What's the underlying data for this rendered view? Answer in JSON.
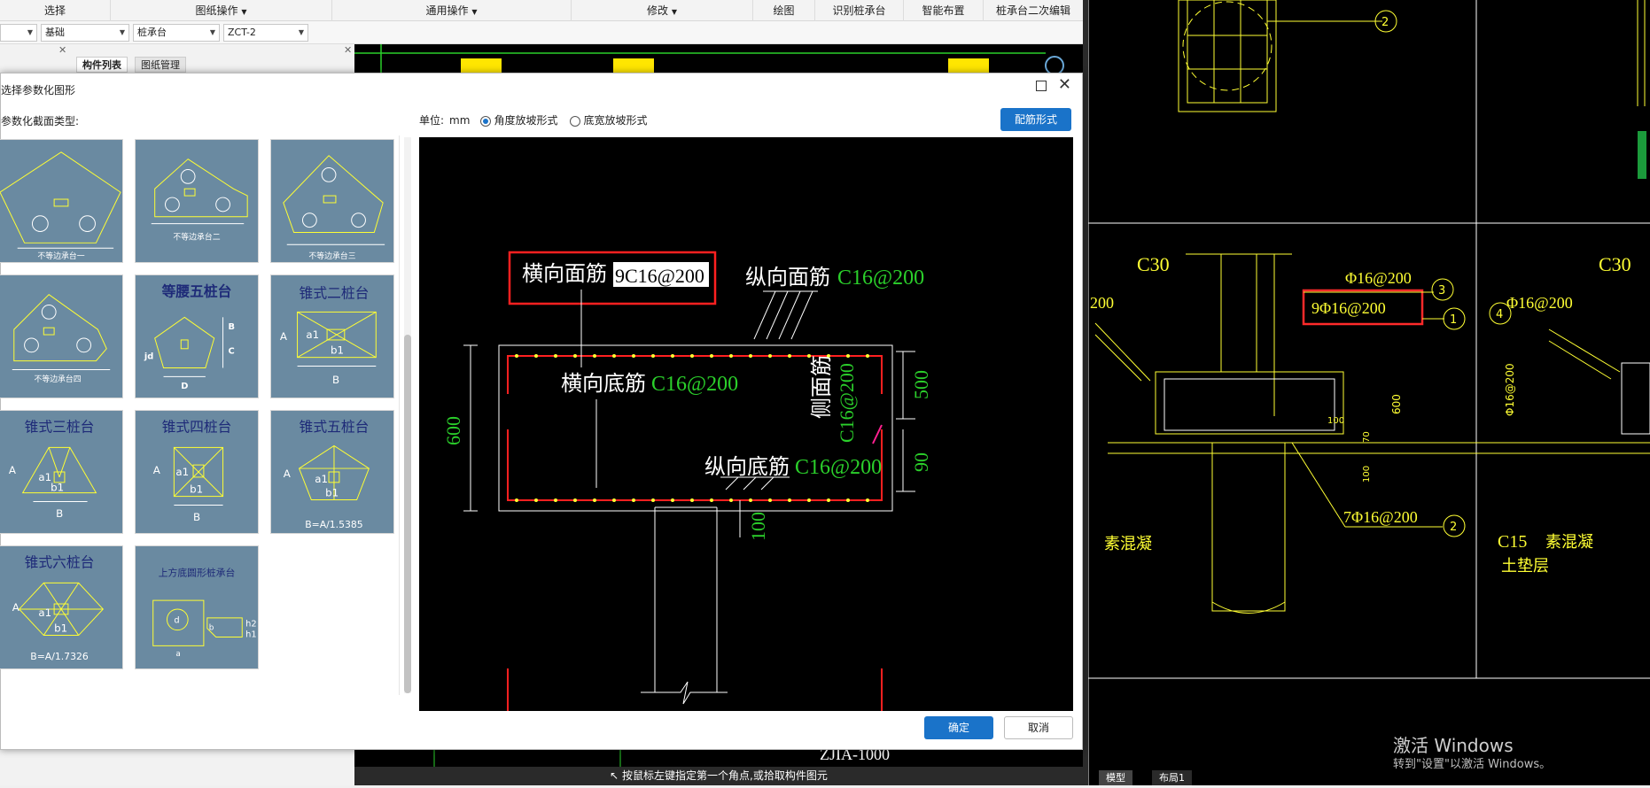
{
  "ribbon": {
    "items": [
      "选择",
      "图纸操作",
      "通用操作",
      "修改",
      "绘图",
      "识别桩承台",
      "智能布置",
      "桩承台二次编辑"
    ]
  },
  "selectors": {
    "s1": "基础",
    "s2": "桩承台",
    "s3": "ZCT-2"
  },
  "left_panel": {
    "tab_component_list": "构件列表",
    "tab_drawing_mgmt": "图纸管理"
  },
  "dialog": {
    "title": "选择参数化图形",
    "section_type_label": "参数化截面类型:",
    "unit_label": "单位:",
    "unit_value": "mm",
    "radio_angle": "角度放坡形式",
    "radio_width": "底宽放坡形式",
    "rebar_button": "配筋形式",
    "ok": "确定",
    "cancel": "取消"
  },
  "thumbnails": [
    {
      "caption": "不等边承台一"
    },
    {
      "caption": "不等边承台二"
    },
    {
      "caption": "不等边承台三"
    },
    {
      "caption": "不等边承台四"
    },
    {
      "caption": "等腰五桩台"
    },
    {
      "caption": "锥式二桩台"
    },
    {
      "caption": "锥式三桩台"
    },
    {
      "caption": "锥式四桩台"
    },
    {
      "caption": "锥式五桩台",
      "note": "B=A/1.5385"
    },
    {
      "caption": "锥式六桩台",
      "note": "B=A/1.7326"
    },
    {
      "caption": "上方底圆形桩承台"
    }
  ],
  "preview": {
    "top_trans_label": "横向面筋",
    "top_trans_value": "9C16@200",
    "top_long_label": "纵向面筋",
    "top_long_value": "C16@200",
    "bot_trans_label": "横向底筋",
    "bot_trans_value": "C16@200",
    "bot_long_label": "纵向底筋",
    "bot_long_value": "C16@200",
    "side_label": "侧面筋",
    "side_value": "C16@200",
    "dim_600": "600",
    "dim_500": "500",
    "dim_90": "90",
    "dim_100": "100"
  },
  "right_cad": {
    "c30_left": "C30",
    "c30_right": "C30",
    "v200": "200",
    "rebar1": "Φ16@200",
    "rebar2": "9Φ16@200",
    "rebar3": "Φ16@200",
    "rebar4": "7Φ16@200",
    "dim_600": "600",
    "dim_100": "100",
    "dim_70": "70",
    "dim_100b": "100",
    "vert_rebar": "Φ16@200",
    "c15": "C15",
    "plain_concrete_1": "素混凝",
    "plain_concrete_2": "素混凝",
    "cushion": "土垫层",
    "n1": "1",
    "n2": "2",
    "n3": "3",
    "n4": "4",
    "n2b": "2",
    "zjia": "ZJIA-1000",
    "tab_model": "模型",
    "tab_layout": "布局1"
  },
  "status": {
    "text": "按鼠标左键指定第一个角点,或拾取构件图元"
  },
  "watermark": {
    "line1": "激活 Windows",
    "line2": "转到\"设置\"以激活 Windows。"
  }
}
